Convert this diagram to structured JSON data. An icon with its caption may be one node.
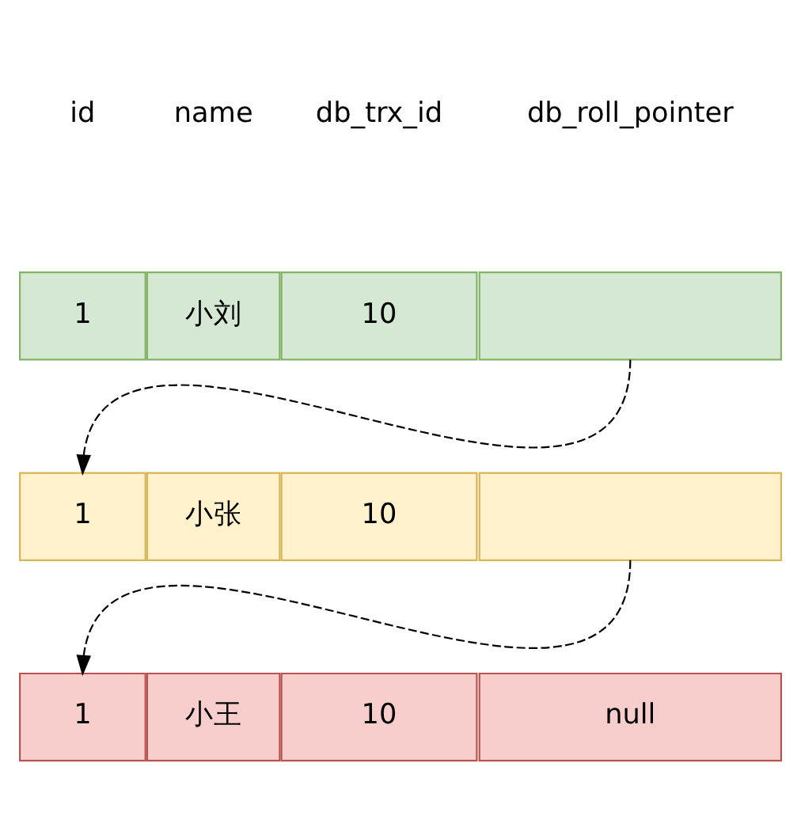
{
  "diagram": {
    "nodes": [
      {
        "text": [
          "1"
        ]
      },
      {
        "text": [
          "小刘"
        ]
      },
      {
        "text": [
          "10"
        ]
      },
      {
        "text": [],
        "shape": "box"
      },
      {
        "text": [
          "1"
        ]
      },
      {
        "text": [
          "小张"
        ]
      },
      {
        "text": [
          "10"
        ]
      },
      {
        "text": [],
        "shape": "box"
      },
      {
        "text": [
          "1"
        ]
      },
      {
        "text": [
          "小王"
        ]
      },
      {
        "text": [
          "10"
        ]
      },
      {
        "text": [
          "null"
        ]
      }
    ],
    "edges": [
      {
        "from": 3,
        "to": 4,
        "arrow": "to",
        "style": "dashed"
      },
      {
        "from": 7,
        "to": 8,
        "arrow": "to",
        "style": "dashed"
      }
    ],
    "labels": [
      "id",
      "name",
      "db_trx_id",
      "db_roll_pointer"
    ]
  }
}
